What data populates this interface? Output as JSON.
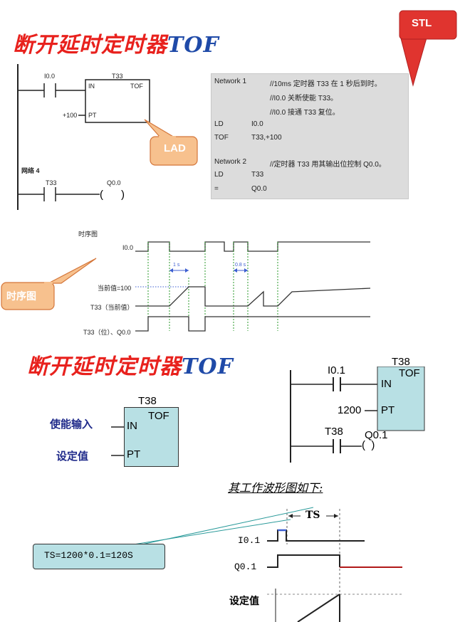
{
  "title_top": {
    "main": "断开延时定时器",
    "tof": "TOF"
  },
  "title_bottom": {
    "main": "断开延时定时器",
    "tof": "TOF"
  },
  "callouts": {
    "stl": "STL",
    "lad": "LAD",
    "timing": "时序图"
  },
  "lad1": {
    "contact1": "I0.0",
    "timer_name": "T33",
    "in": "IN",
    "tof": "TOF",
    "pt_value": "+100",
    "pt": "PT",
    "network4": "网络 4",
    "contact2": "T33",
    "coil": "Q0.0",
    "coil_symbol": "(      )"
  },
  "stl": {
    "net1": "Network 1",
    "c1": "//10ms 定时器 T33 在 1 秒后到时。",
    "c2": "//I0.0 关断使能 T33。",
    "c3": "//I0.0 接通 T33 复位。",
    "ld1_op": "LD",
    "ld1_arg": "I0.0",
    "tof_op": "TOF",
    "tof_arg": "T33,+100",
    "net2": "Network 2",
    "c4": "//定时器 T33 用其输出位控制 Q0.0。",
    "ld2_op": "LD",
    "ld2_arg": "T33",
    "eq_op": "=",
    "eq_arg": "Q0.0"
  },
  "timing1": {
    "title": "时序图",
    "i00": "I0.0",
    "t1": "1 s",
    "t2": "0.8 s",
    "current": "当前值=100",
    "t33cur": "T33（当前值）",
    "t33bit": "T33（位）、Q0.0"
  },
  "block2": {
    "name": "T38",
    "tof": "TOF",
    "in": "IN",
    "pt": "PT",
    "enable": "使能输入",
    "preset": "设定值"
  },
  "lad2": {
    "contact": "I0.1",
    "timer": "T38",
    "tof": "TOF",
    "in": "IN",
    "pt_value": "1200",
    "pt": "PT",
    "contact2": "T38",
    "coil": "Q0.1",
    "coil_symbol": "(  )"
  },
  "waveform": {
    "caption": "其工作波形图如下:",
    "ts": "TS",
    "formula": "TS=1200*0.1=120S",
    "i01": "I0.1",
    "q01": "Q0.1",
    "preset": "设定值"
  },
  "colors": {
    "title_red": "#e8211d",
    "title_blue": "#1f4aa8",
    "callout_fill": "#f7c18e",
    "callout_stroke": "#d4763a",
    "stl_fill": "#e0342f",
    "timing_green": "#2a9a2a",
    "timing_blue": "#3c5ed0",
    "box_fill": "#b8e0e4",
    "q_red": "#b01818"
  }
}
